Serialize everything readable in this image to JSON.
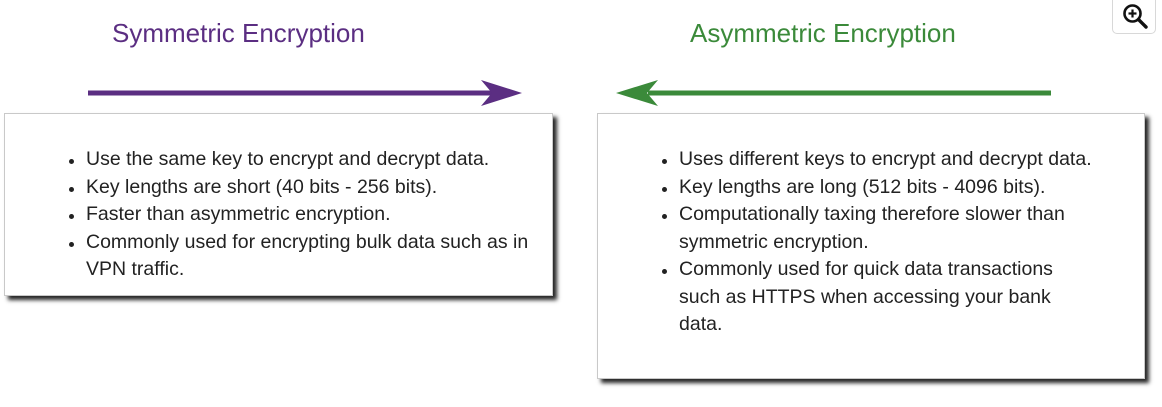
{
  "symmetric": {
    "title": "Symmetric Encryption",
    "color": "#5b2e82",
    "arrow_direction": "right",
    "bullets": [
      "Use the same key to encrypt and decrypt data.",
      "Key lengths are short (40 bits - 256 bits).",
      "Faster than asymmetric encryption.",
      "Commonly used for encrypting bulk data such as in VPN traffic."
    ]
  },
  "asymmetric": {
    "title": "Asymmetric Encryption",
    "color": "#3b8a3a",
    "arrow_direction": "left",
    "bullets": [
      "Uses different keys to encrypt and decrypt data.",
      "Key lengths are long (512 bits - 4096 bits).",
      "Computationally taxing therefore slower than symmetric encryption.",
      "Commonly used for quick data transactions such as HTTPS when accessing your bank data."
    ]
  },
  "toolbar": {
    "zoom_icon": "zoom-in-icon"
  }
}
